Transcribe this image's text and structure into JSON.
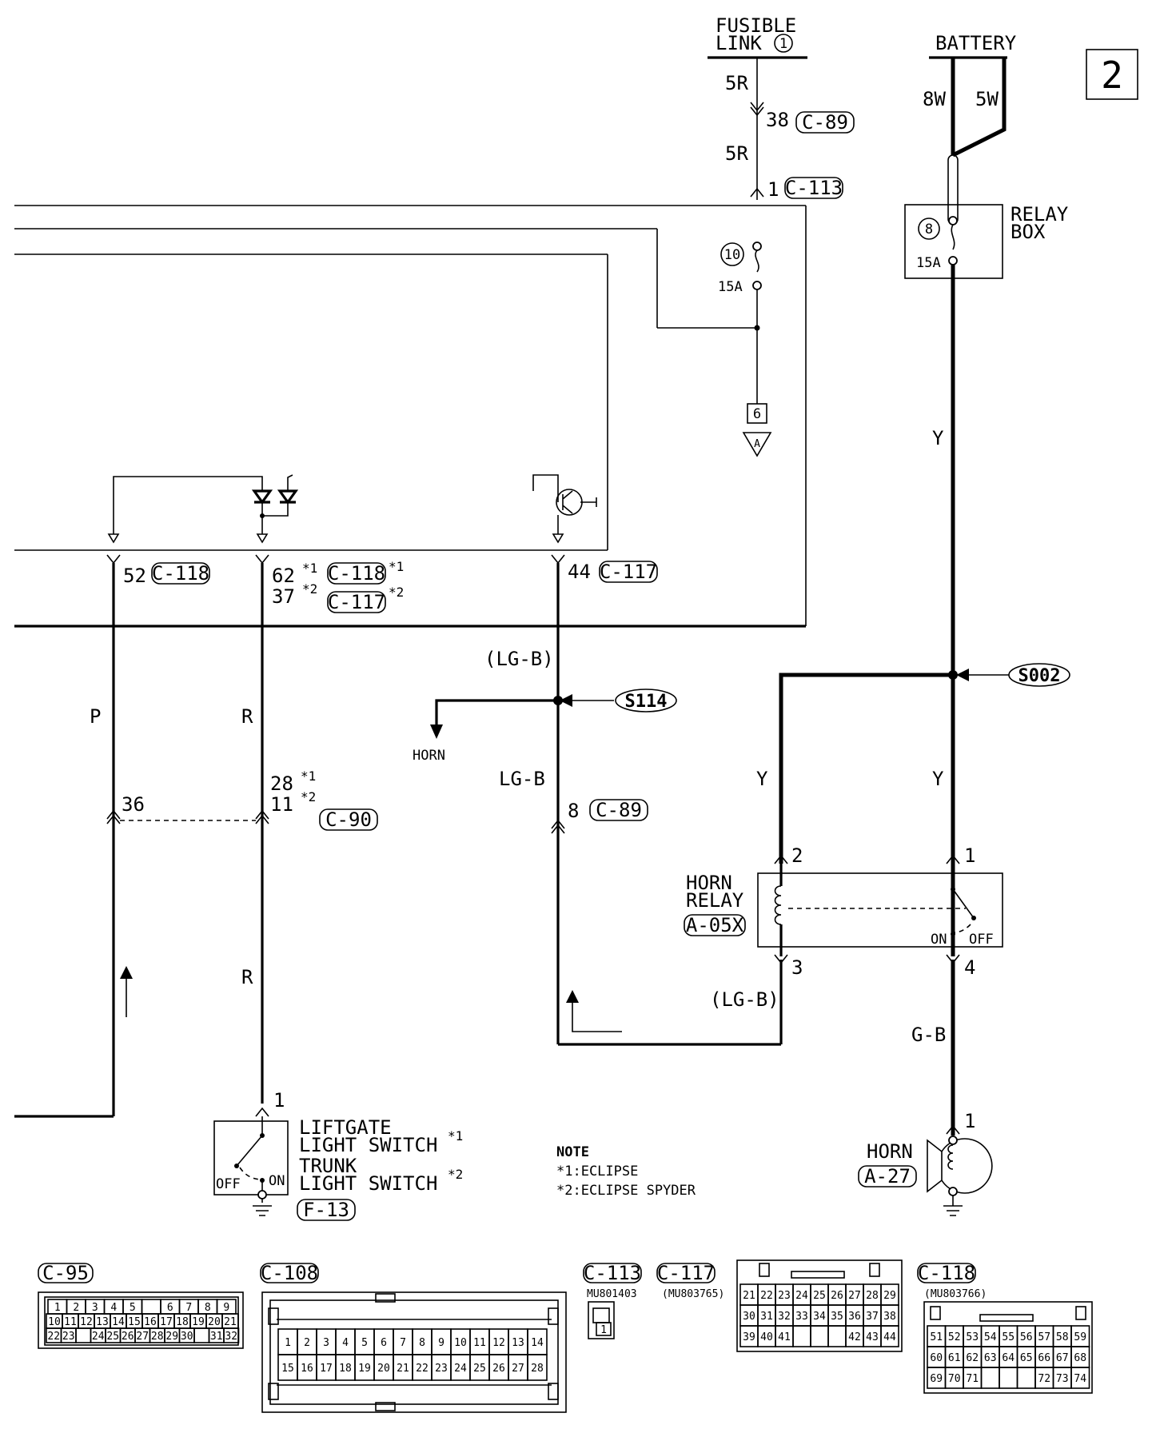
{
  "page_number": "2",
  "top_sources": {
    "fusible_link": [
      "FUSIBLE",
      "LINK"
    ],
    "fusible_link_num": "1",
    "battery": "BATTERY"
  },
  "relay_box": {
    "label": [
      "RELAY",
      "BOX"
    ],
    "fuse_num": "8",
    "fuse_rating": "15A"
  },
  "fuse10": {
    "num": "10",
    "rating": "15A"
  },
  "wires": {
    "w5r": "5R",
    "w8w": "8W",
    "w5w": "5W",
    "wy": "Y",
    "wp": "P",
    "wr": "R",
    "wlgb": "LG-B",
    "wlgb_paren": "(LG-B)",
    "wgb": "G-B"
  },
  "pins": {
    "p38": "38",
    "p1": "1",
    "p52": "52",
    "p62": "62",
    "p37": "37",
    "p44": "44",
    "p36": "36",
    "p28": "28",
    "p11": "11",
    "p8": "8",
    "p2": "2",
    "p3": "3",
    "p4": "4"
  },
  "connectors": {
    "c89": "C-89",
    "c113": "C-113",
    "c118": "C-118",
    "c117": "C-117",
    "c90": "C-90",
    "a05x": "A-05X",
    "a27": "A-27",
    "f13": "F-13",
    "c95": "C-95",
    "c108": "C-108"
  },
  "splices": {
    "s114": "S114",
    "s002": "S002"
  },
  "star_marks": {
    "s1": "*1",
    "s2": "*2"
  },
  "offpage": {
    "num": "6",
    "letter": "A"
  },
  "horn_arrow_label": "HORN",
  "horn_relay": {
    "label": [
      "HORN",
      "RELAY"
    ],
    "on": "ON",
    "off": "OFF"
  },
  "horn": {
    "label": "HORN"
  },
  "switch": {
    "lines": [
      "LIFTGATE",
      "LIGHT SWITCH",
      "TRUNK",
      "LIGHT SWITCH"
    ],
    "off": "OFF",
    "on": "ON"
  },
  "note": {
    "title": "NOTE",
    "line1": "*1:ECLIPSE",
    "line2": "*2:ECLIPSE SPYDER"
  },
  "part_numbers": {
    "c113": "MU801403",
    "c117": "(MU803765)",
    "c118": "(MU803766)"
  },
  "connector_faces": {
    "c95": [
      [
        "1",
        "2",
        "3",
        "4",
        "5",
        "",
        "6",
        "7",
        "8",
        "9"
      ],
      [
        "10",
        "11",
        "12",
        "13",
        "14",
        "15",
        "16",
        "17",
        "18",
        "19",
        "20",
        "21"
      ],
      [
        "22",
        "23",
        "",
        "24",
        "25",
        "26",
        "27",
        "28",
        "29",
        "30",
        "",
        "31",
        "32"
      ]
    ],
    "c108": [
      [
        "1",
        "2",
        "3",
        "4",
        "5",
        "6",
        "7",
        "8",
        "9",
        "10",
        "11",
        "12",
        "13",
        "14"
      ],
      [
        "15",
        "16",
        "17",
        "18",
        "19",
        "20",
        "21",
        "22",
        "23",
        "24",
        "25",
        "26",
        "27",
        "28"
      ]
    ],
    "c113": [
      "1"
    ],
    "c117": [
      [
        "21",
        "22",
        "23",
        "24",
        "25",
        "26",
        "27",
        "28",
        "29"
      ],
      [
        "30",
        "31",
        "32",
        "33",
        "34",
        "35",
        "36",
        "37",
        "38"
      ],
      [
        "39",
        "40",
        "41",
        "",
        "",
        "",
        "42",
        "43",
        "44"
      ]
    ],
    "c118": [
      [
        "51",
        "52",
        "53",
        "54",
        "55",
        "56",
        "57",
        "58",
        "59"
      ],
      [
        "60",
        "61",
        "62",
        "63",
        "64",
        "65",
        "66",
        "67",
        "68"
      ],
      [
        "69",
        "70",
        "71",
        "",
        "",
        "",
        "72",
        "73",
        "74"
      ]
    ]
  }
}
